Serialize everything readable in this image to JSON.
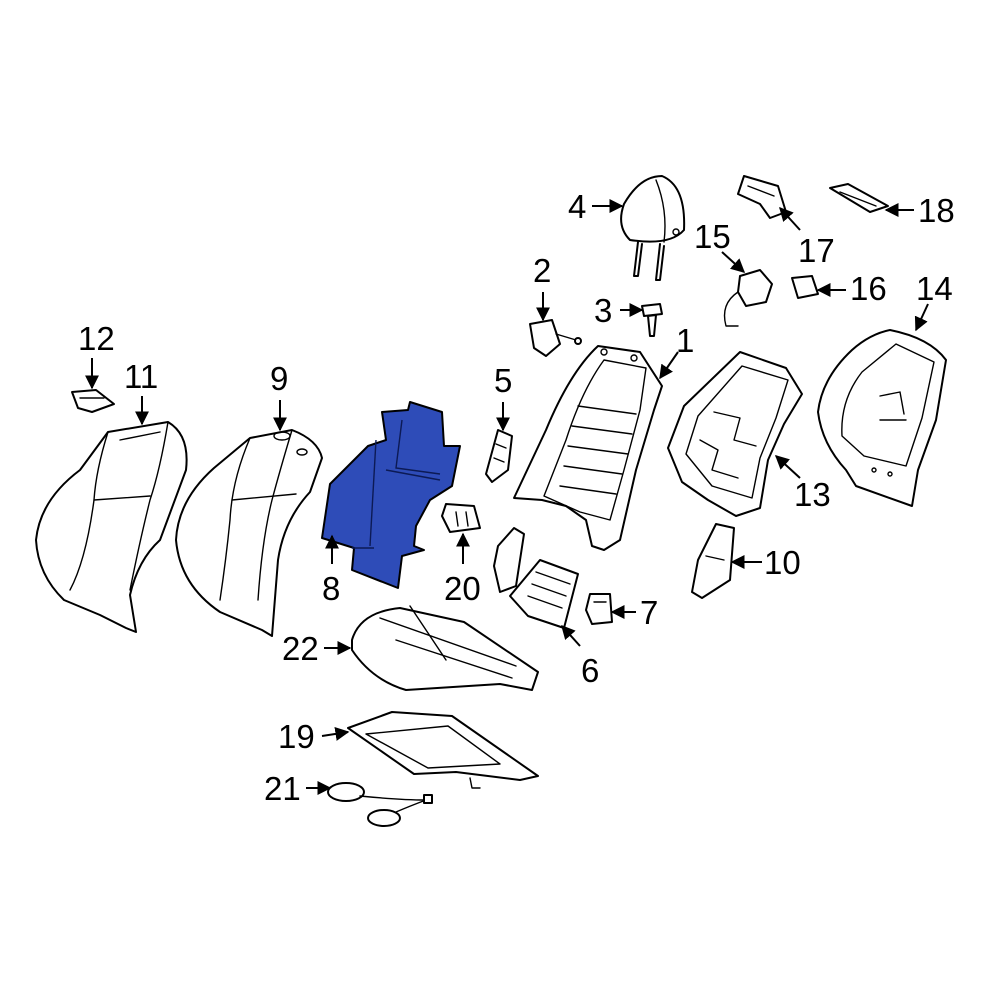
{
  "colors": {
    "highlight": "#2e4cb8",
    "line": "#000000",
    "background": "#ffffff"
  },
  "callouts": [
    {
      "id": "1",
      "text": "1"
    },
    {
      "id": "2",
      "text": "2"
    },
    {
      "id": "3",
      "text": "3"
    },
    {
      "id": "4",
      "text": "4"
    },
    {
      "id": "5",
      "text": "5"
    },
    {
      "id": "6",
      "text": "6"
    },
    {
      "id": "7",
      "text": "7"
    },
    {
      "id": "8",
      "text": "8",
      "highlighted": true
    },
    {
      "id": "9",
      "text": "9"
    },
    {
      "id": "10",
      "text": "10"
    },
    {
      "id": "11",
      "text": "11"
    },
    {
      "id": "12",
      "text": "12"
    },
    {
      "id": "13",
      "text": "13"
    },
    {
      "id": "14",
      "text": "14"
    },
    {
      "id": "15",
      "text": "15"
    },
    {
      "id": "16",
      "text": "16"
    },
    {
      "id": "17",
      "text": "17"
    },
    {
      "id": "18",
      "text": "18"
    },
    {
      "id": "19",
      "text": "19"
    },
    {
      "id": "20",
      "text": "20"
    },
    {
      "id": "21",
      "text": "21"
    },
    {
      "id": "22",
      "text": "22"
    }
  ]
}
